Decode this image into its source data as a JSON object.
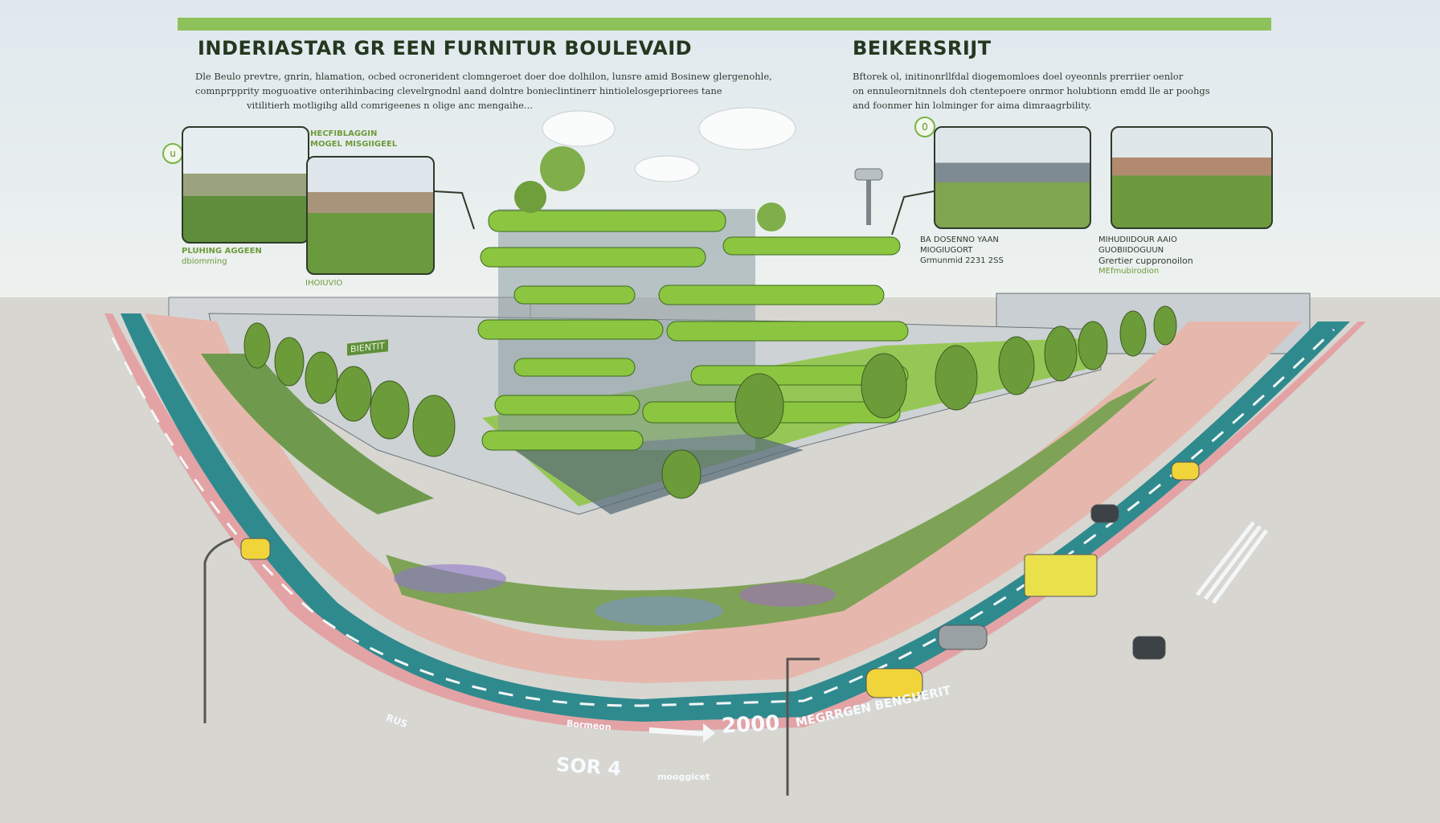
{
  "header": {
    "title_main": "INDERIASTAR GR EEN FURNITUR BOULEVAID",
    "title_secondary": "BEIKERSRIJT",
    "intro_left": [
      "Dle Beulo prevtre, gnrin, hlamation, ocbed ocronerident clomngeroet doer doe dolhilon, lunsre amid Bosinew glergenohle,",
      "comnprpprity  moguoative onterihinbacing clevelrgnodnl aand dolntre bonieclintinerr hintiolelosgepriorees tane",
      "vitilitierh motligihg alld comrigeenes n olige anc mengaihe..."
    ],
    "intro_right": [
      "Bftorek ol, initinonrllfdal diogemomloes doel oyeonnls prerriier oenlor",
      "on ennuleornitnnels doh ctentepoere onrmor holubtionn emdd lle ar poohgs",
      "and foonmer hin lolminger for aima dimraagrbility."
    ]
  },
  "callouts": {
    "left": {
      "marker": "u",
      "heading": [
        "HECFIBLAGGIN",
        "MOGEL MISGIIGEEL"
      ],
      "caption": [
        "PLUHING AGGEEN",
        "dbiomming"
      ],
      "footnote": "IHOIUVIO"
    },
    "right": {
      "marker": "0",
      "caption_a": [
        "BA DOSENNO YAAN",
        "MIOGIUGORT",
        "Grmunmid 2231 2SS"
      ],
      "caption_b": [
        "MIHUDIIDOUR AAIO",
        "GUOBIIDOGUUN",
        "Grertier cuppronoilon",
        "MEfmubirodion"
      ]
    }
  },
  "road_markings": {
    "speed": "2000",
    "route": "SOR 4",
    "street_name": "MEGRRGEN BENGUERIT",
    "lane_left": "RUS",
    "lane_small": "Bormeon",
    "lane_small2": "mooggicet"
  },
  "storefront_sign": "BIENTIT",
  "colors": {
    "accent_green": "#8fc15a",
    "road_teal": "#2f8a8e",
    "bike_lane_pink": "#e3a3a5",
    "sidewalk": "#e6b7ac"
  }
}
